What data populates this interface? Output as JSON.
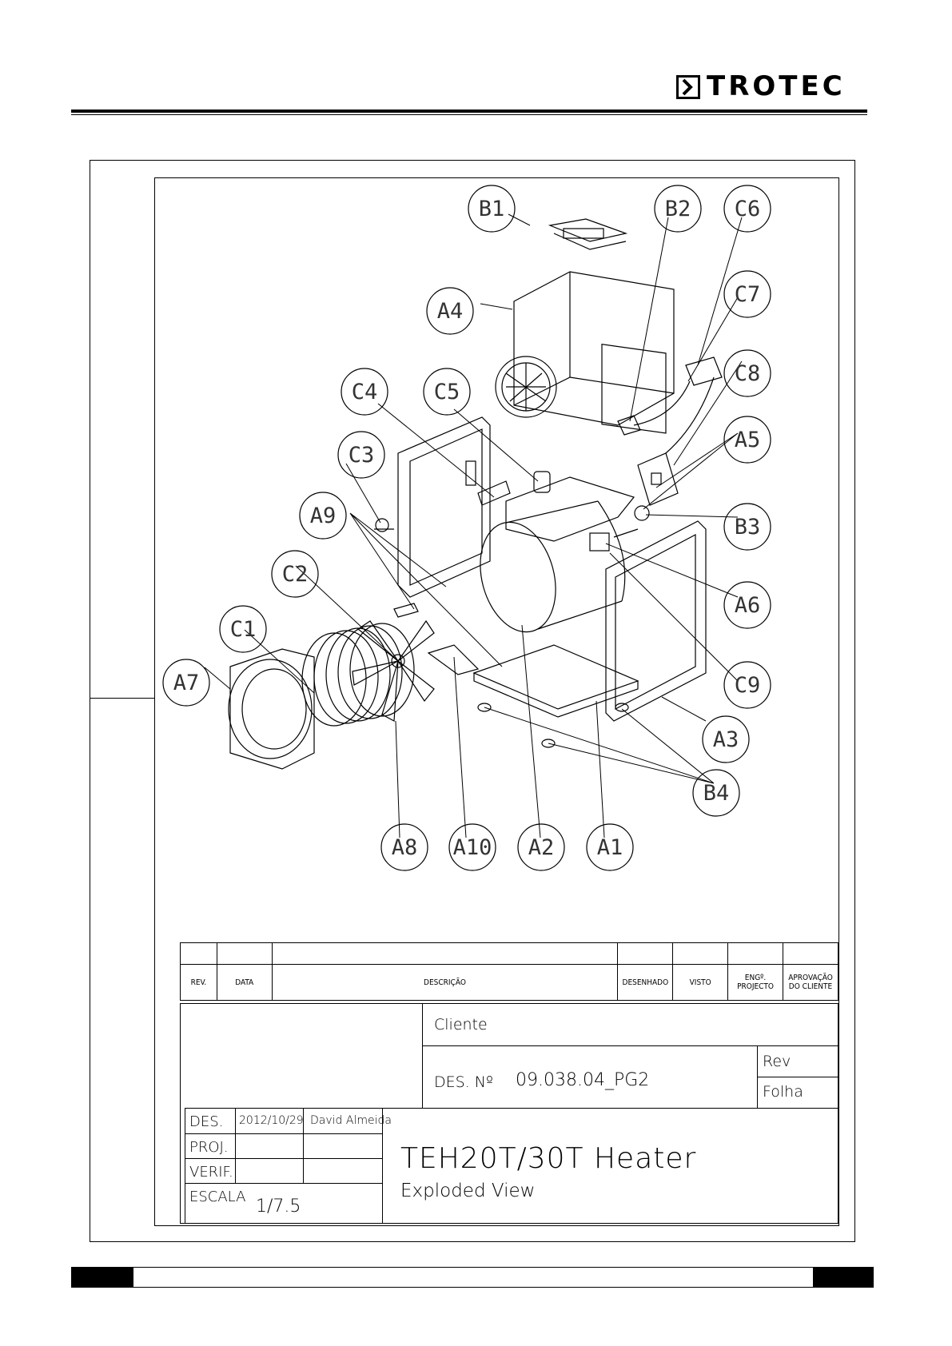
{
  "header": {
    "brand": "TROTEC",
    "brand_mark": "chevron-right-icon"
  },
  "diagram": {
    "callouts": [
      "B1",
      "B2",
      "C6",
      "C7",
      "A4",
      "C8",
      "C4",
      "C5",
      "C3",
      "A5",
      "A9",
      "B3",
      "C2",
      "A6",
      "C1",
      "A7",
      "C9",
      "A3",
      "B4",
      "A8",
      "A10",
      "A2",
      "A1"
    ]
  },
  "revision_table": {
    "headers": [
      "REV.",
      "DATA",
      "DESCRIÇÃO",
      "DESENHADO",
      "VISTO",
      "ENGº. PROJECTO",
      "APROVAÇÃO DO CLIENTE"
    ]
  },
  "title_block": {
    "cliente_label": "Cliente",
    "des_no_label": "DES. Nº",
    "des_no_value": "09.038.04_PG2",
    "rev_label": "Rev",
    "folha_label": "Folha",
    "des_label": "DES.",
    "des_date": "2012/10/29",
    "des_name": "David Almeida",
    "proj_label": "PROJ.",
    "verif_label": "VERIF.",
    "escala_label": "ESCALA",
    "escala_value": "1/7.5",
    "title": "TEH20T/30T Heater",
    "subtitle": "Exploded View"
  }
}
